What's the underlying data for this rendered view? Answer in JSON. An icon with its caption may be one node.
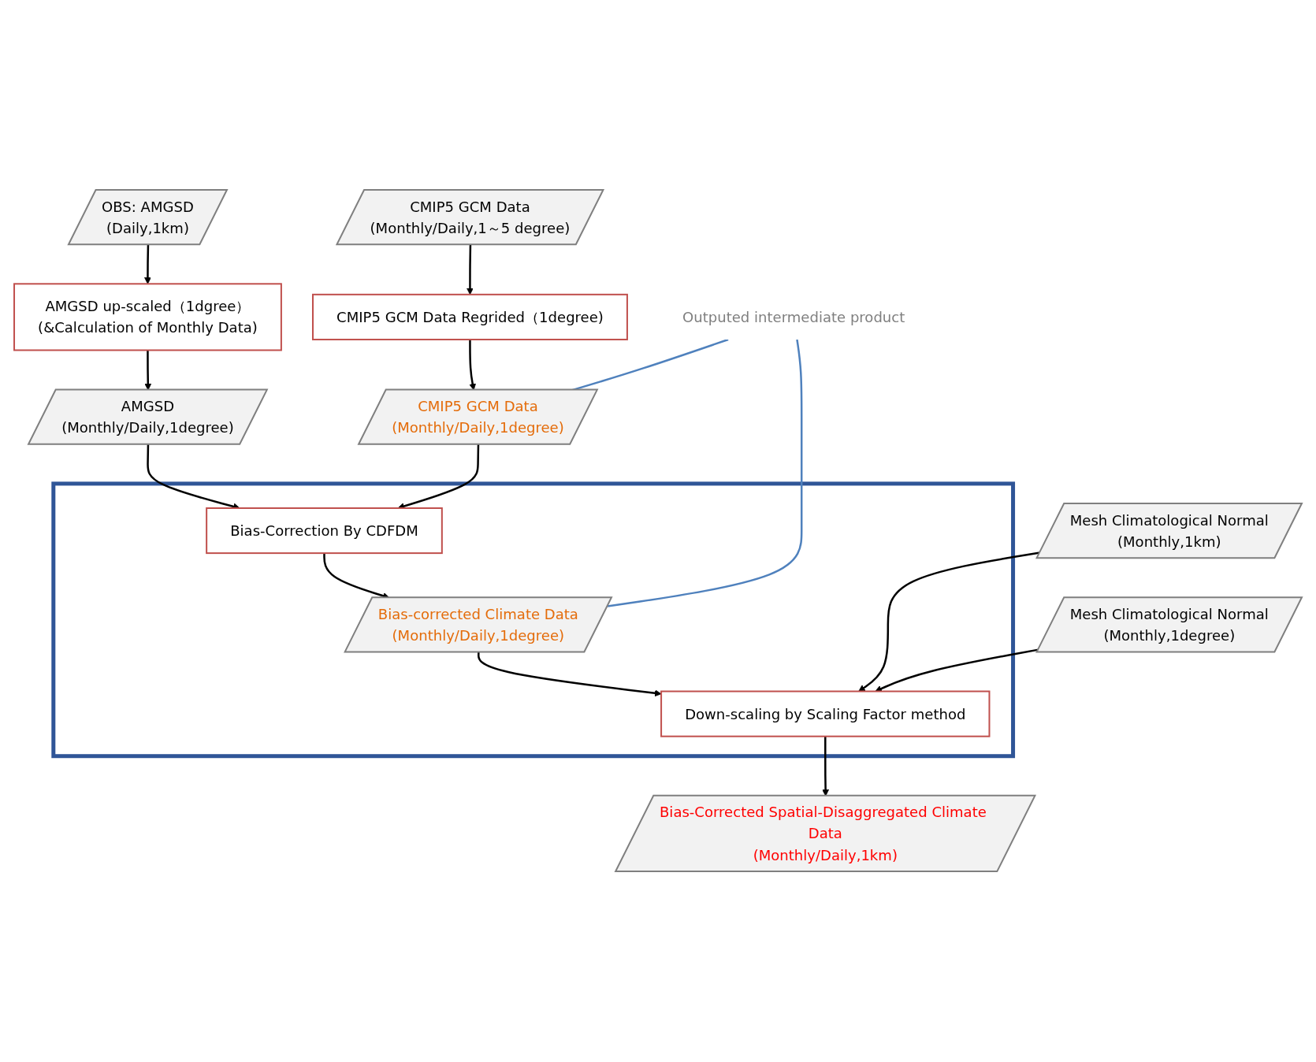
{
  "diagram": {
    "nodes": [
      {
        "text": [
          "OBS: AMGSD",
          "(Daily,1km)"
        ]
      },
      {
        "text": [
          "AMGSD up-scaled（1dgree）",
          "(&Calculation of Monthly Data)"
        ]
      },
      {
        "text": [
          "AMGSD",
          "(Monthly/Daily,1degree)"
        ]
      },
      {
        "text": [
          "CMIP5 GCM Data",
          "(Monthly/Daily,1～5 degree)"
        ]
      },
      {
        "text": [
          "CMIP5 GCM Data Regrided（1degree)"
        ]
      },
      {
        "text": [
          "CMIP5 GCM Data",
          "(Monthly/Daily,1degree)"
        ]
      },
      {
        "text": [],
        "shape": "box"
      },
      {
        "text": [
          "Bias-Correction By CDFDM"
        ],
        "in": 6
      },
      {
        "text": [
          "Bias-corrected Climate Data",
          "(Monthly/Daily,1degree)"
        ],
        "in": 6
      },
      {
        "text": [
          "Down-scaling by Scaling Factor method"
        ],
        "in": 6
      },
      {
        "text": [
          "Mesh Climatological Normal",
          "(Monthly,1km)"
        ]
      },
      {
        "text": [
          "Mesh Climatological Normal",
          "(Monthly,1degree)"
        ]
      },
      {
        "text": [
          "Bias-Corrected Spatial-Disaggregated Climate Data",
          "(Monthly/Daily,1km)"
        ]
      },
      {
        "text": [
          "Outputed intermediate product"
        ]
      }
    ],
    "edges": [
      {
        "from": 0,
        "to": 1,
        "arrow": "to"
      },
      {
        "from": 1,
        "to": 2,
        "arrow": "to"
      },
      {
        "from": 3,
        "to": 4,
        "arrow": "to"
      },
      {
        "from": 4,
        "to": 5,
        "arrow": "to"
      },
      {
        "from": 2,
        "to": 7,
        "arrow": "to"
      },
      {
        "from": 5,
        "to": 7,
        "arrow": "to"
      },
      {
        "from": 7,
        "to": 8,
        "arrow": "to"
      },
      {
        "from": 8,
        "to": 9,
        "arrow": "to"
      },
      {
        "from": 10,
        "to": 9,
        "arrow": "to"
      },
      {
        "from": 11,
        "to": 9,
        "arrow": "to"
      },
      {
        "from": 9,
        "to": 12,
        "arrow": "to"
      },
      {
        "from": 13,
        "to": 5,
        "arrow": "none",
        "color": "#4f81bd"
      },
      {
        "from": 13,
        "to": 8,
        "arrow": "none",
        "color": "#4f81bd"
      }
    ]
  }
}
